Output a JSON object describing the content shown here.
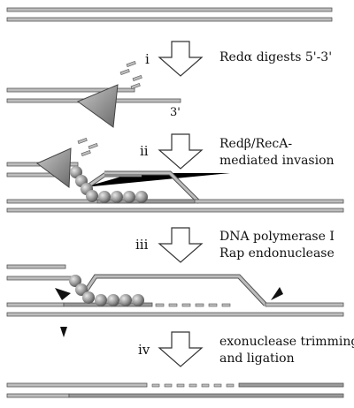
{
  "steps": [
    {
      "numeral": "i",
      "line1": "Redα digests 5'-3'",
      "line2": ""
    },
    {
      "numeral": "ii",
      "line1": "Redβ/RecA-",
      "line2": "mediated invasion"
    },
    {
      "numeral": "iii",
      "line1": "DNA polymerase I",
      "line2": "Rap endonuclease"
    },
    {
      "numeral": "iv",
      "line1": "exonuclease trimming",
      "line2": "and ligation"
    }
  ],
  "end_label": "3'",
  "colors": {
    "strand_fill": "#bdbdbd",
    "strand_outline": "#555555",
    "protein_fill": "#9a9a9a",
    "redalpha_fill": "#8c8c8c",
    "arrowhead": "#111111",
    "text": "#111111"
  }
}
